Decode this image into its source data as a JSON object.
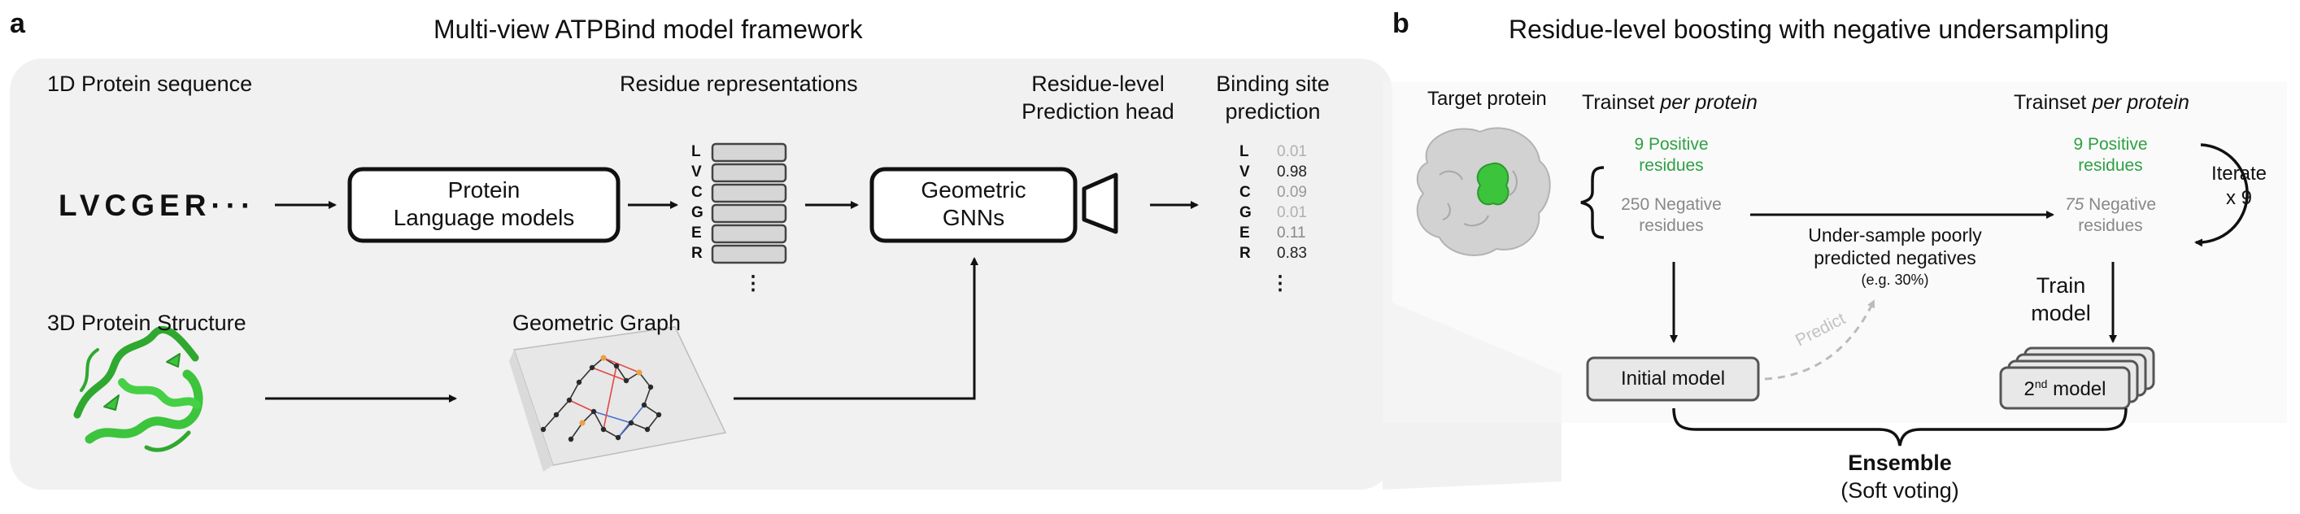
{
  "panel_a": {
    "letter": "a",
    "title": "Multi-view ATPBind model framework",
    "seq_heading": "1D Protein sequence",
    "sequence": "LVCGER···",
    "plm_box": {
      "line1": "Protein",
      "line2": "Language models"
    },
    "residue_repr_heading": "Residue representations",
    "residues": [
      "L",
      "V",
      "C",
      "G",
      "E",
      "R"
    ],
    "dots": "⋮",
    "gnn_box": {
      "line1": "Geometric",
      "line2": "GNNs"
    },
    "head_label": {
      "line1": "Residue-level",
      "line2": "Prediction head"
    },
    "binding_heading": {
      "line1": "Binding site",
      "line2": "prediction"
    },
    "predictions": [
      "0.01",
      "0.98",
      "0.09",
      "0.01",
      "0.11",
      "0.83"
    ],
    "structure_heading": "3D Protein Structure",
    "graph_heading": "Geometric Graph"
  },
  "panel_b": {
    "letter": "b",
    "title": "Residue-level boosting with negative undersampling",
    "target_protein": "Target protein",
    "trainset_left": {
      "prefix": "Trainset ",
      "italic": "per protein"
    },
    "trainset_right": {
      "prefix": "Trainset ",
      "italic": "per protein"
    },
    "pos_left": {
      "line1": "9 Positive",
      "line2": "residues"
    },
    "neg_left": {
      "line1": "250 Negative",
      "line2": "residues"
    },
    "pos_right": {
      "line1": "9 Positive",
      "line2": "residues"
    },
    "neg_right": {
      "italic": "75",
      "rest": " Negative",
      "line2": "residues"
    },
    "undersample": {
      "line1": "Under-sample poorly",
      "line2": "predicted negatives",
      "line3": "(e.g. 30%)"
    },
    "iterate": {
      "line1": "Iterate",
      "line2": "x 9"
    },
    "train_model": {
      "line1": "Train",
      "line2": "model"
    },
    "predict": "Predict",
    "initial_model": "Initial model",
    "second_model": {
      "num": "2",
      "sup": "nd",
      "rest": " model"
    },
    "ensemble": {
      "line1": "Ensemble",
      "line2": "(Soft voting)"
    }
  },
  "colors": {
    "green": "#2ea043",
    "grey_text": "#888888",
    "panel_bg": "#f1f1f1",
    "protein_green": "#3cc43c"
  }
}
